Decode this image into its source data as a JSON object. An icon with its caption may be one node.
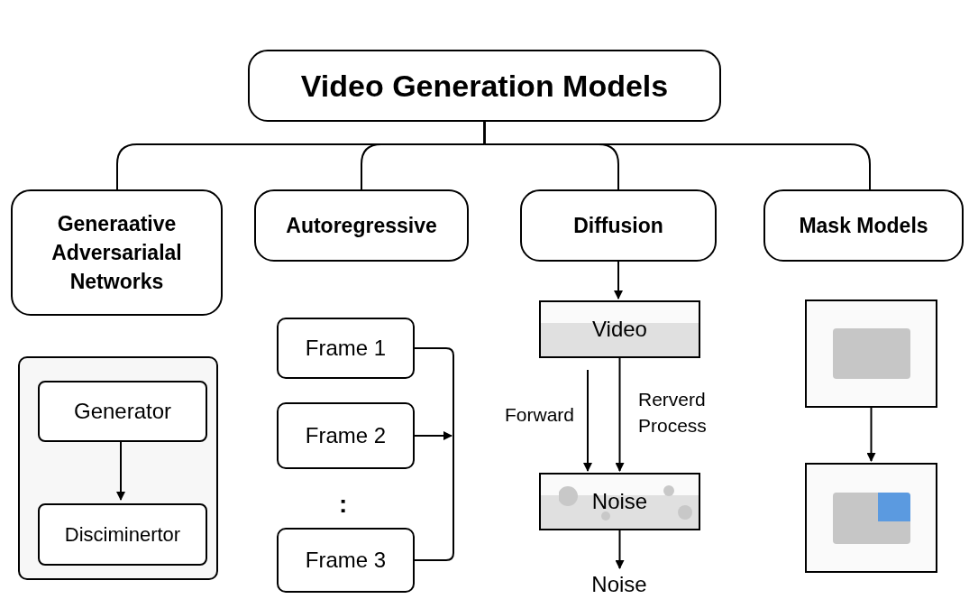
{
  "diagram": {
    "nodes": [
      {
        "text": [
          "Video Generation Models"
        ]
      },
      {
        "text": [
          "Generaative Adversarialal Networks"
        ]
      },
      {
        "text": [
          "Autoregressive"
        ]
      },
      {
        "text": [
          "Diffusion"
        ]
      },
      {
        "text": [
          "Mask Models"
        ]
      },
      {
        "text": [],
        "shape": "box"
      },
      {
        "text": [
          "Generator"
        ],
        "in": 5
      },
      {
        "text": [
          "Disciminertor"
        ],
        "in": 5
      },
      {
        "text": [
          "Frame 1"
        ]
      },
      {
        "text": [
          "Frame 2"
        ]
      },
      {
        "text": [
          "Frame 3"
        ]
      },
      {
        "text": [
          "Video"
        ]
      },
      {
        "text": [
          "Noise"
        ]
      },
      {
        "text": [
          "Noise"
        ]
      },
      {
        "text": [],
        "shape": "picture"
      },
      {
        "text": [],
        "shape": "picture"
      }
    ],
    "edges": [
      {
        "from": 0,
        "to": 1,
        "arrow": "none"
      },
      {
        "from": 0,
        "to": 2,
        "arrow": "none"
      },
      {
        "from": 0,
        "to": 3,
        "arrow": "none"
      },
      {
        "from": 0,
        "to": 4,
        "arrow": "none"
      },
      {
        "from": 6,
        "to": 7,
        "arrow": "to"
      },
      {
        "from": 8,
        "to": 10,
        "arrow": "none"
      },
      {
        "from": 9,
        "to": null,
        "arrow": "to"
      },
      {
        "from": 3,
        "to": 11,
        "arrow": "to"
      },
      {
        "from": 11,
        "to": 12,
        "arrow": "to",
        "label": "Forward"
      },
      {
        "from": 11,
        "to": 12,
        "arrow": "to",
        "label": "Rerverd Process"
      },
      {
        "from": 12,
        "to": 13,
        "arrow": "to"
      },
      {
        "from": 14,
        "to": 15,
        "arrow": "to"
      }
    ],
    "labels": [
      ":"
    ]
  }
}
